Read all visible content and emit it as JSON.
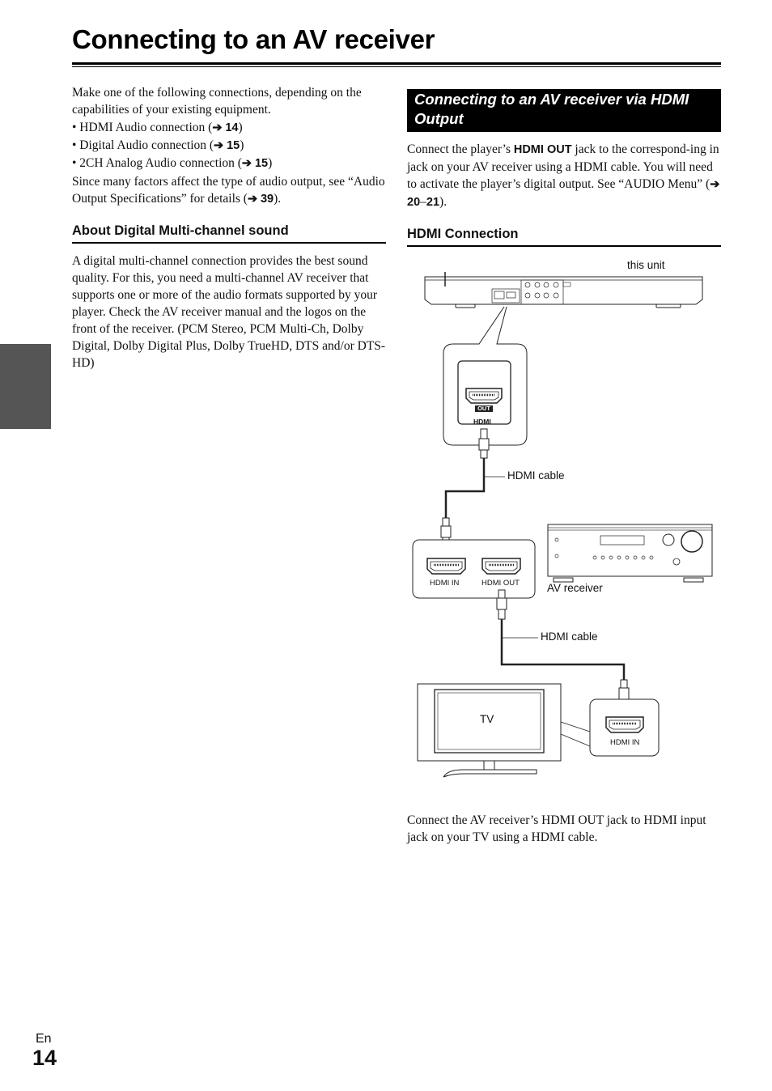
{
  "page": {
    "title": "Connecting to an AV receiver",
    "lang": "En",
    "number": "14"
  },
  "intro": {
    "text": "Make one of the following connections, depending on the capabilities of your existing equipment.",
    "bullets": [
      {
        "label": "• HDMI Audio connection (",
        "ref": "14",
        "close": ")"
      },
      {
        "label": "• Digital Audio connection (",
        "ref": "15",
        "close": ")"
      },
      {
        "label": "• 2CH Analog Audio connection (",
        "ref": "15",
        "close": ")"
      }
    ],
    "note_pre": "Since many factors affect the type of audio output, see “Audio Output Specifications” for details (",
    "note_ref": "39",
    "note_post": ").",
    "arrow": "➔"
  },
  "digital": {
    "heading": "About Digital Multi-channel sound",
    "text": "A digital multi-channel connection provides the best sound quality. For this, you need a multi-channel AV receiver that supports one or more of the audio formats supported by your player. Check the AV receiver manual and the logos on the front of the receiver. (PCM Stereo, PCM Multi-Ch, Dolby Digital, Dolby Digital Plus, Dolby TrueHD, DTS and/or DTS-HD)"
  },
  "hdmi_section": {
    "banner": "Connecting to an AV receiver via HDMI Output",
    "text_pre": "Connect the player’s ",
    "text_bold": "HDMI OUT",
    "text_mid": " jack to the correspond-ing in jack on your AV receiver using a HDMI cable. You will need to activate the player’s digital output. See “AUDIO Menu” (",
    "ref_a": "20",
    "ref_dash": "–",
    "ref_b": "21",
    "text_post": ").",
    "subheading": "HDMI Connection"
  },
  "diagram": {
    "this_unit": "this unit",
    "out_tag": "OUT",
    "hdmi_tag": "HDMI",
    "hdmi_cable_1": "HDMI cable",
    "hdmi_in": "HDMI IN",
    "hdmi_out": "HDMI OUT",
    "av_receiver": "AV receiver",
    "hdmi_cable_2": "HDMI cable",
    "tv": "TV",
    "tv_hdmi_in": "HDMI IN"
  },
  "footer_text": "Connect the AV receiver’s HDMI OUT jack to HDMI input jack on your TV using a HDMI cable."
}
